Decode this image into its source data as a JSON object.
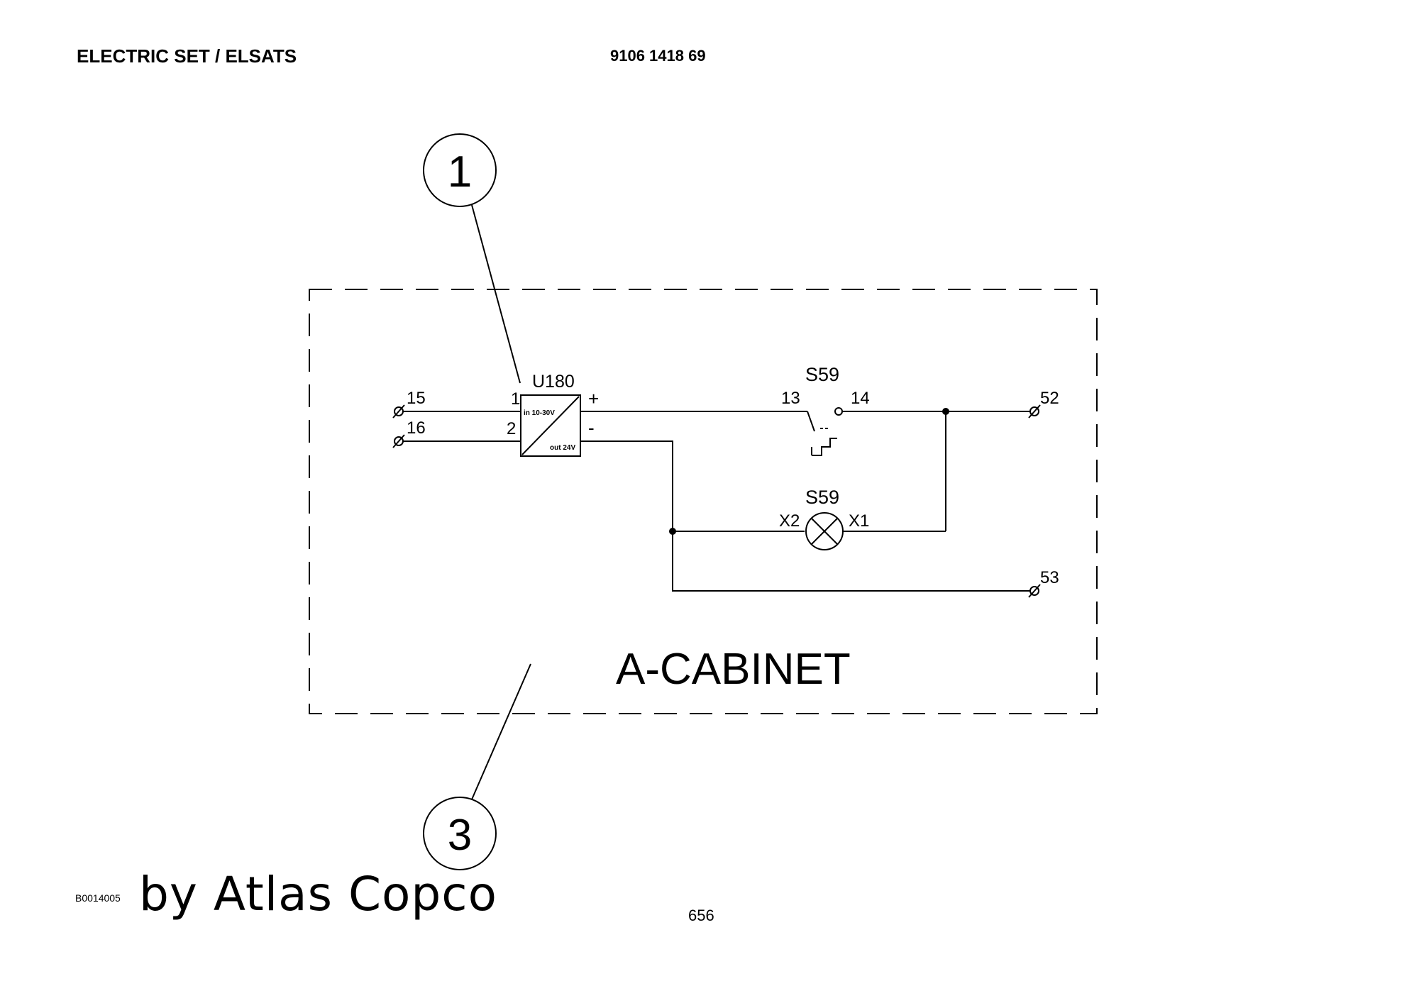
{
  "header": {
    "title": "ELECTRIC SET / ELSATS",
    "part_number": "9106 1418 69"
  },
  "footer": {
    "figure_code": "B0014005",
    "watermark": "by Atlas Copco",
    "page_number": "656"
  },
  "diagram": {
    "callout_top": "1",
    "callout_bottom": "3",
    "cabinet_label": "A-CABINET",
    "converter": {
      "name": "U180",
      "pin_in_plus": "1",
      "pin_in_minus": "2",
      "out_plus": "+",
      "out_minus": "-",
      "input_rating": "in 10-30V",
      "output_rating": "out 24V"
    },
    "switch": {
      "name": "S59",
      "terminal_in": "13",
      "terminal_out": "14"
    },
    "lamp": {
      "name": "S59",
      "terminal_left": "X2",
      "terminal_right": "X1"
    },
    "terminals": {
      "t15": "15",
      "t16": "16",
      "t52": "52",
      "t53": "53"
    }
  }
}
